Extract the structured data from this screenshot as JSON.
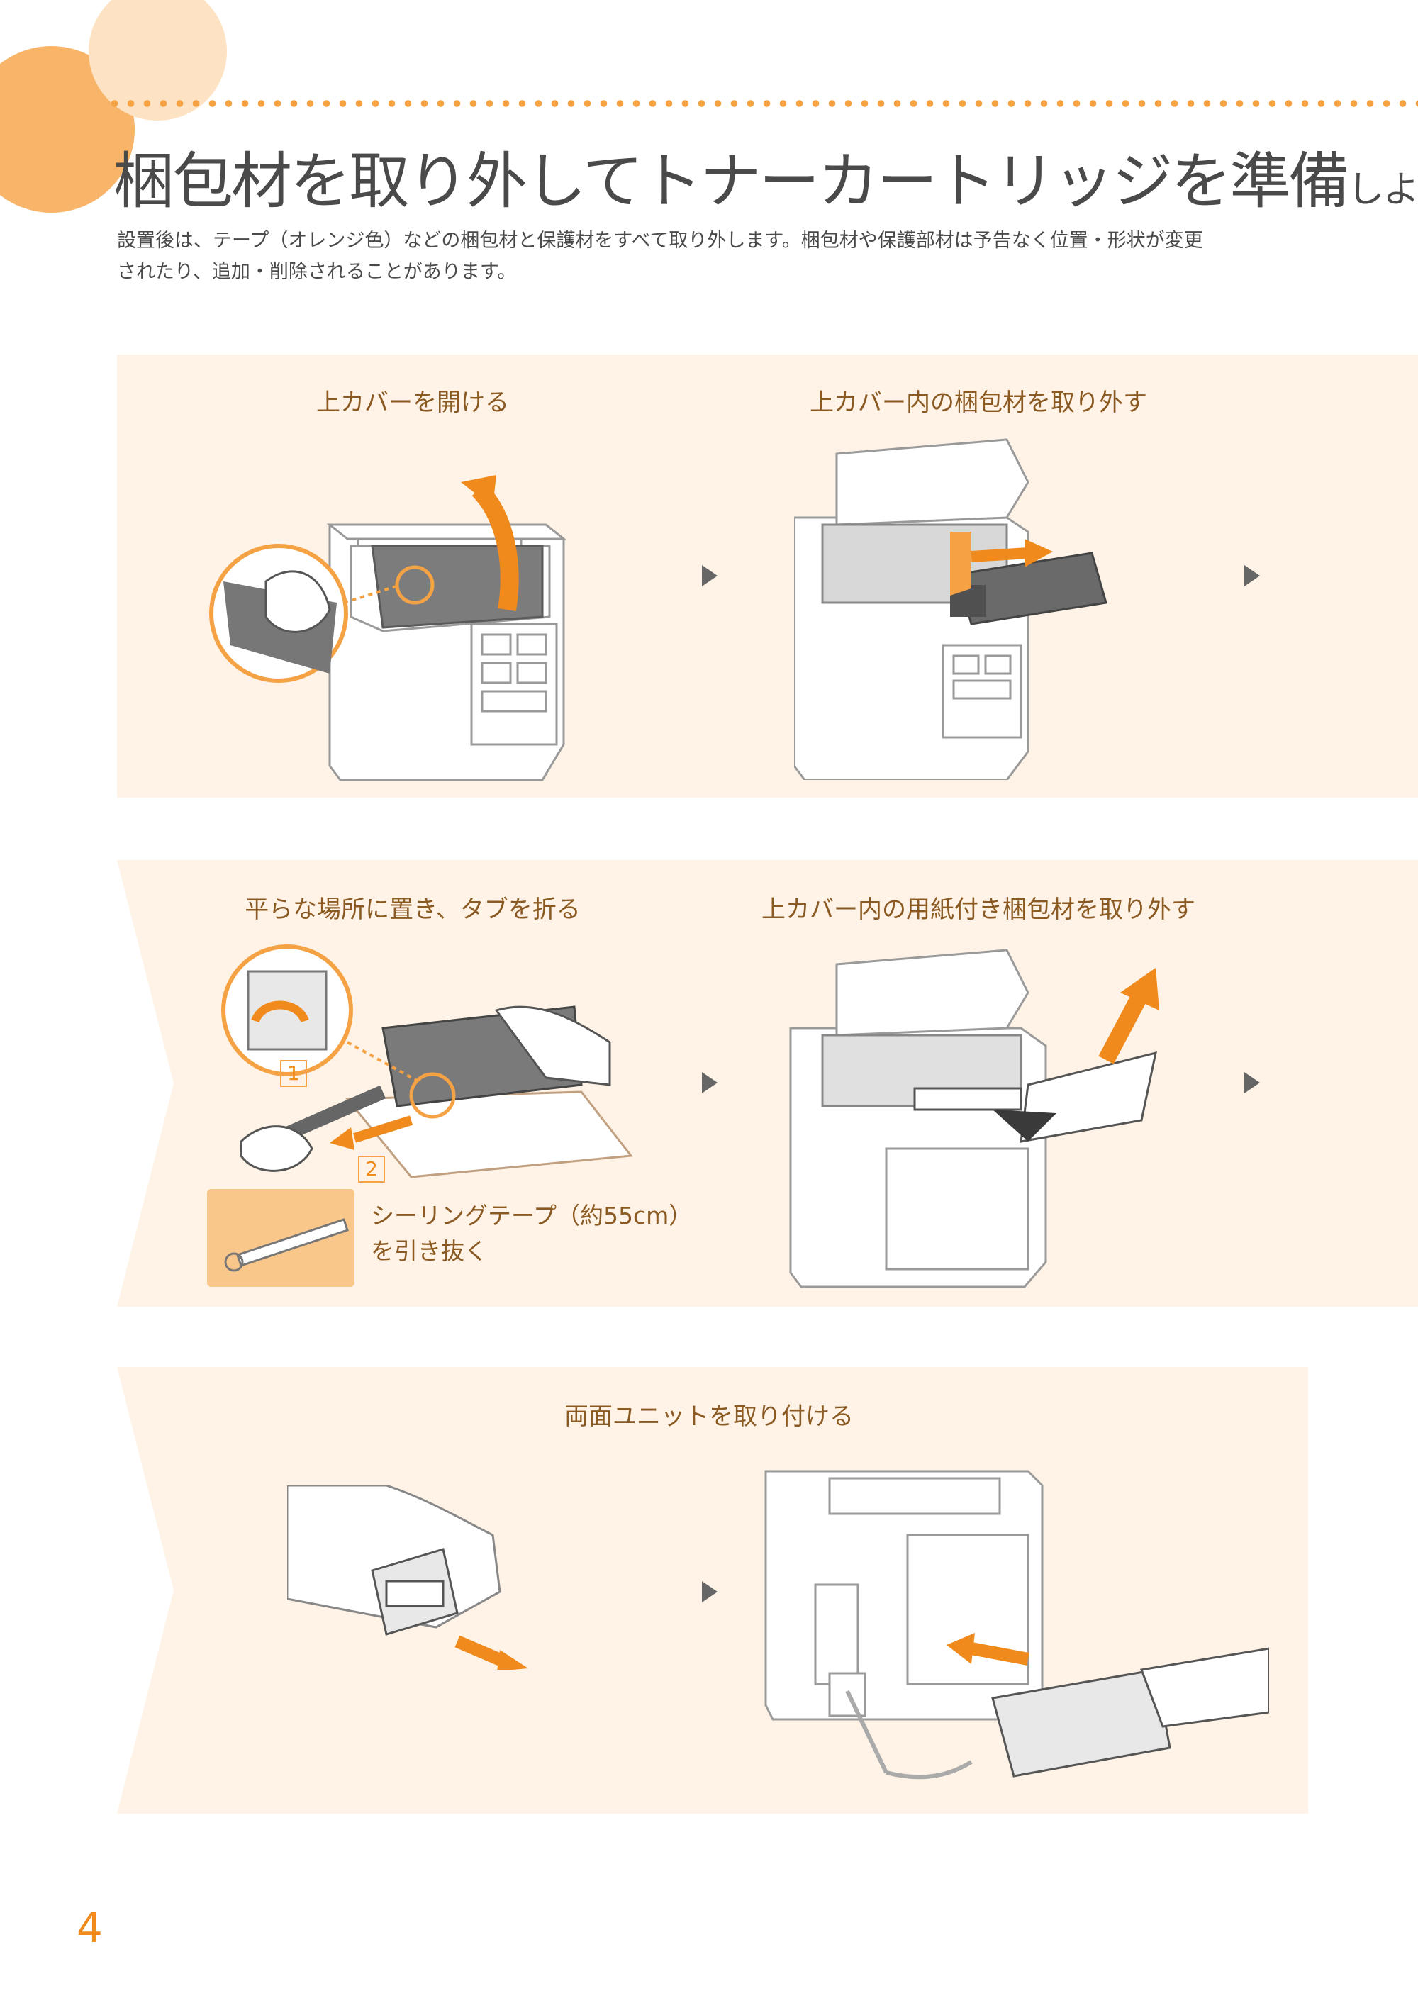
{
  "header": {
    "title_main": "梱包材を取り外してトナーカートリッジを準備",
    "title_small": "しよう",
    "intro_line1": "設置後は、テープ（オレンジ色）などの梱包材と保護材をすべて取り外します。梱包材や保護部材は予告なく位置・形状が変更",
    "intro_line2": "されたり、追加・削除されることがあります。"
  },
  "steps": {
    "open_top_cover": "上カバーを開ける",
    "remove_inner_packing": "上カバー内の梱包材を取り外す",
    "place_flat_fold_tab": "平らな場所に置き、タブを折る",
    "remove_packing_with_paper": "上カバー内の用紙付き梱包材を取り外す",
    "attach_duplex_unit": "両面ユニットを取り付ける"
  },
  "callouts": {
    "num1": "1",
    "num2": "2",
    "sealing_tape_line1": "シーリングテープ（約55cm）",
    "sealing_tape_line2": "を引き抜く"
  },
  "footer": {
    "page_number": "4"
  },
  "colors": {
    "accent": "#f5a245",
    "panel_bg": "#fef3e6",
    "label": "#8a5a22",
    "page_number": "#f08a1c"
  }
}
